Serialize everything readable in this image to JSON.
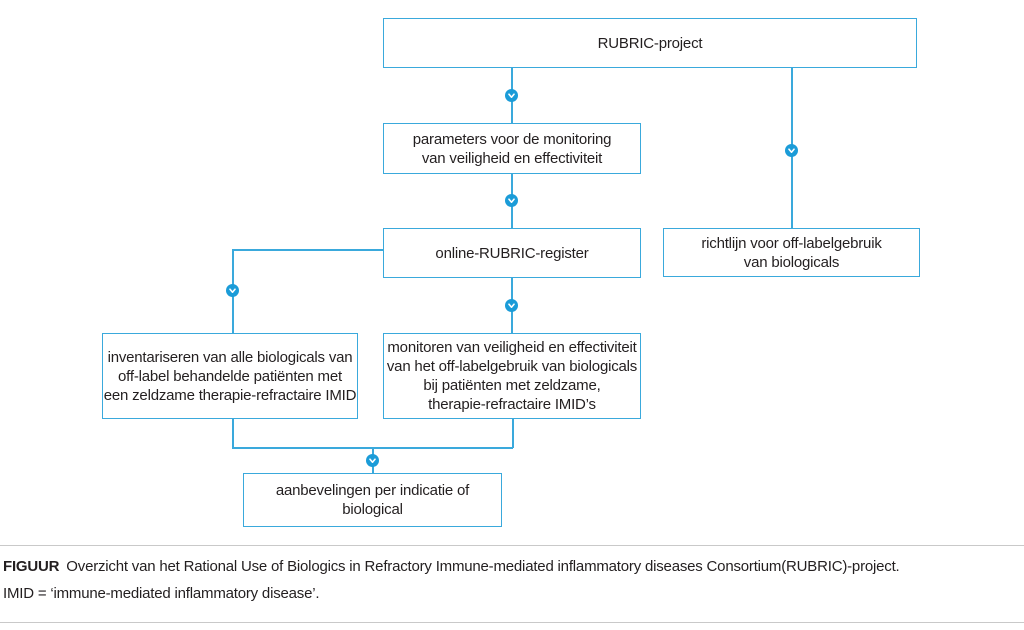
{
  "diagram": {
    "nodes": {
      "rubric": "RUBRIC-project",
      "parameters": "parameters voor de monitoring\nvan veiligheid en effectiviteit",
      "register": "online-RUBRIC-register",
      "richtlijn": "richtlijn voor off-labelgebruik\nvan biologicals",
      "inventariseren": "inventariseren van alle biologicals van\noff-label behandelde patiënten met\neen zeldzame therapie-refractaire IMID",
      "monitoren": "monitoren van veiligheid en effectiviteit\nvan het off-labelgebruik van biologicals\nbij patiënten met zeldzame,\ntherapie-refractaire IMID’s",
      "aanbevelingen": "aanbevelingen per indicatie of biological"
    },
    "colors": {
      "line": "#3aa9dc",
      "marker": "#1b9cd8",
      "text": "#231f20",
      "rule": "#c9c9c9"
    }
  },
  "caption": {
    "label": "FIGUUR",
    "text": "Overzicht van het Rational Use of Biologics in Refractory Immune-mediated inflammatory diseases Consortium(RUBRIC)-project.",
    "note": "IMID = ‘immune-mediated inflammatory disease’."
  }
}
